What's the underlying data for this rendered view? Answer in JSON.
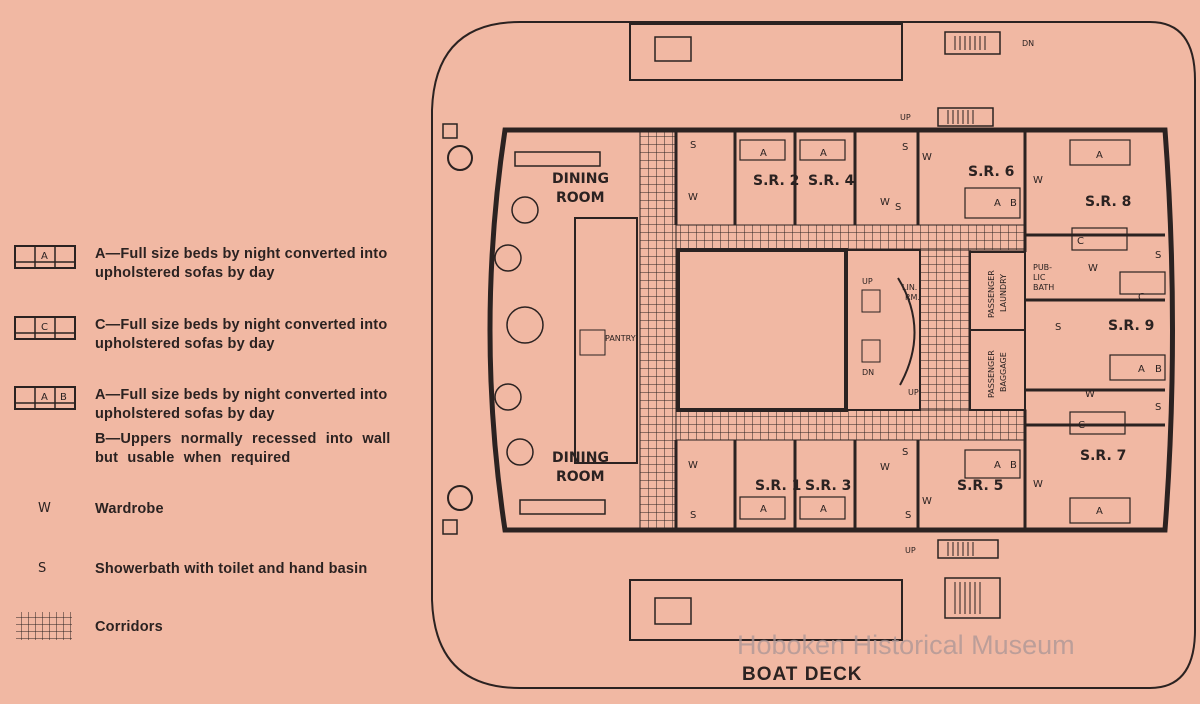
{
  "legend": [
    {
      "symbol": "bed-a",
      "letters": [
        "A"
      ],
      "text": "A—Full size beds by night converted into upholstered sofas by day"
    },
    {
      "symbol": "bed-c",
      "letters": [
        "C"
      ],
      "text": "C—Full size beds by night converted into upholstered sofas by day"
    },
    {
      "symbol": "bed-ab",
      "letters": [
        "A",
        "B"
      ],
      "text": "A—Full size beds by night converted into upholstered sofas by day",
      "text2": "B—Uppers normally recessed into wall but usable when required"
    },
    {
      "symbol": "W",
      "text": "Wardrobe"
    },
    {
      "symbol": "S",
      "text": "Showerbath with toilet and hand basin"
    },
    {
      "symbol": "grid",
      "text": "Corridors"
    }
  ],
  "rooms": {
    "dining_top": [
      "DINING",
      "ROOM"
    ],
    "dining_bottom": [
      "DINING",
      "ROOM"
    ],
    "pantry": "PANTRY",
    "sr2": "S.R. 2",
    "sr4": "S.R. 4",
    "sr6": "S.R. 6",
    "sr8": "S.R. 8",
    "sr9": "S.R. 9",
    "sr1": "S.R. 1",
    "sr3": "S.R. 3",
    "sr5": "S.R. 5",
    "sr7": "S.R. 7",
    "linen": [
      "LIN.",
      "RM."
    ],
    "public_bath": [
      "PUB-",
      "LIC",
      "BATH"
    ],
    "laundry": [
      "PASSENGER",
      "LAUNDRY"
    ],
    "baggage": [
      "PASSENGER",
      "BAGGAGE"
    ]
  },
  "stairs": {
    "up": "UP",
    "dn": "DN"
  },
  "fixtures": {
    "a": "A",
    "b": "B",
    "c": "C",
    "w": "W",
    "s": "S"
  },
  "title": "BOAT DECK",
  "watermark": "Hoboken Historical Museum"
}
